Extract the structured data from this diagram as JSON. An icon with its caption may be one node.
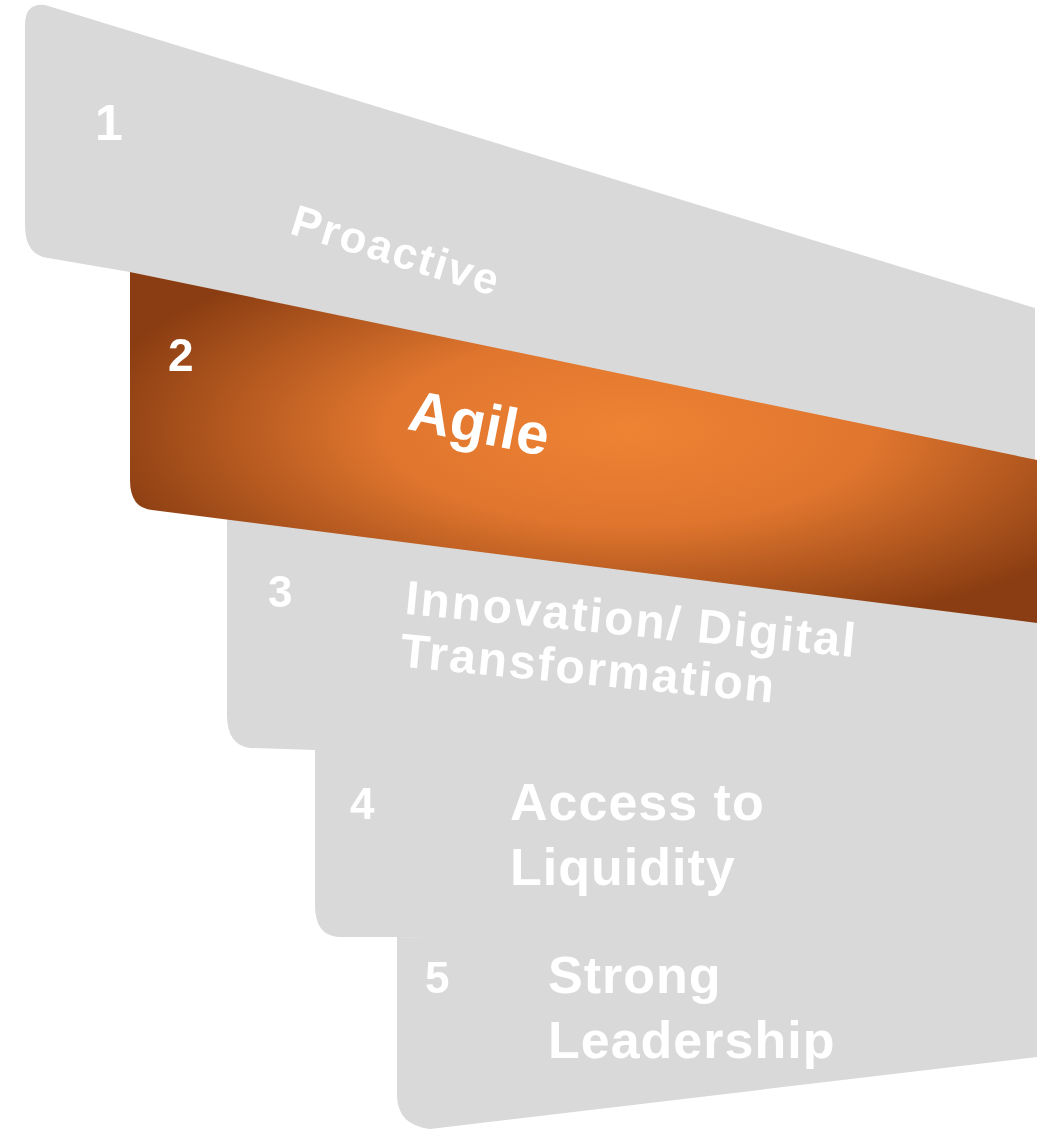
{
  "diagram": {
    "nodes": [
      {
        "text": [
          "1",
          "Proactive"
        ]
      },
      {
        "text": [
          "2",
          "Agile"
        ]
      },
      {
        "text": [
          "3",
          "Innovation/ Digital Transformation"
        ]
      },
      {
        "text": [
          "4",
          "Access to Liquidity"
        ]
      },
      {
        "text": [
          "5",
          "Strong Leadership"
        ]
      }
    ]
  }
}
